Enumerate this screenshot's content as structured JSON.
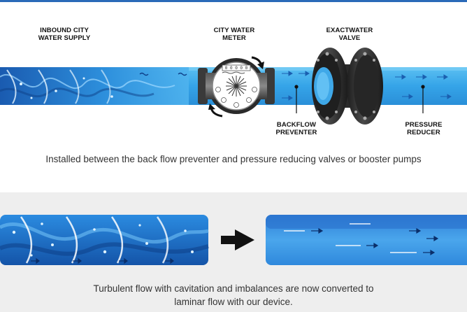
{
  "labels": {
    "inbound": [
      "INBOUND CITY",
      "WATER SUPPLY"
    ],
    "meter": [
      "CITY WATER",
      "METER"
    ],
    "valve": [
      "EXACTWATER",
      "VALVE"
    ],
    "backflow": [
      "BACKFLOW",
      "PREVENTER"
    ],
    "pressure": [
      "PRESSURE",
      "REDUCER"
    ]
  },
  "meter_digits": "0 0 0 0 0",
  "captions": {
    "top": "Installed between the back flow preventer and pressure reducing valves or booster pumps",
    "bottom_line1": "Turbulent flow with cavitation and imbalances are now converted to",
    "bottom_line2": "laminar flow with our device."
  },
  "colors": {
    "accent_line": "#2a6ab8",
    "water_light": "#4fb3ee",
    "water_dark": "#1a63b8",
    "pipe_metal": "#2b2b2b",
    "bottom_band": "#eeeeee"
  }
}
